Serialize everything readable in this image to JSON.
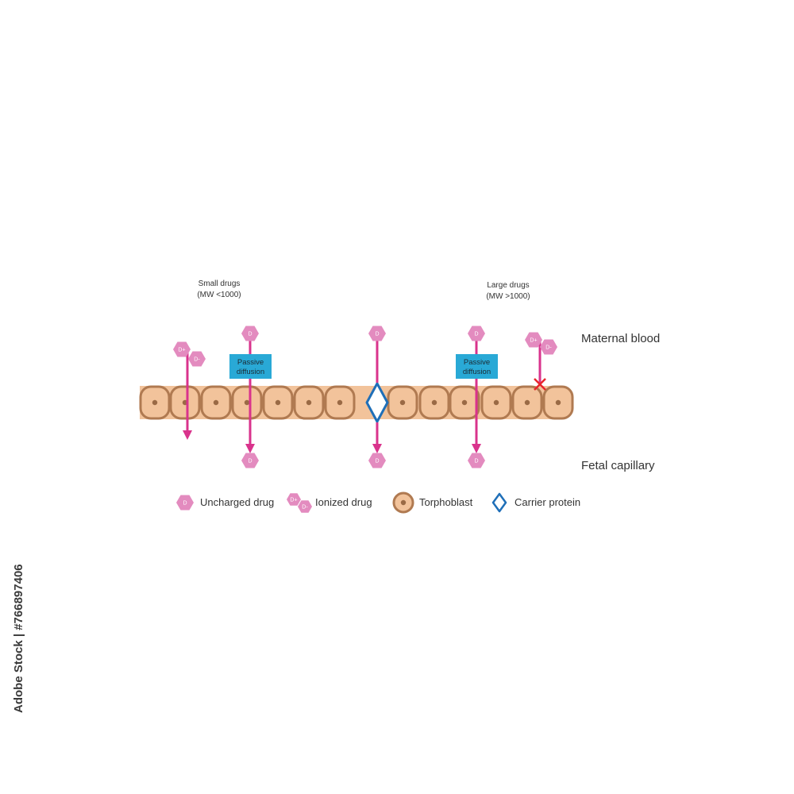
{
  "labels": {
    "small_drugs_line1": "Small drugs",
    "small_drugs_line2": "(MW <1000)",
    "large_drugs_line1": "Large drugs",
    "large_drugs_line2": "(MW >1000)",
    "maternal_blood": "Maternal blood",
    "fetal_capillary": "Fetal capillary",
    "passive_diffusion_line1": "Passive",
    "passive_diffusion_line2": "diffusion"
  },
  "molecules": {
    "uncharged": "D",
    "ionized_positive": "D+",
    "ionized_negative": "D-"
  },
  "legend": {
    "uncharged_drug": "Uncharged drug",
    "ionized_drug": "Ionized drug",
    "trophoblast": "Torphoblast",
    "carrier_protein": "Carrier protein"
  },
  "watermark": "Adobe Stock | #766897406",
  "colors": {
    "arrow": "#d9338c",
    "drug": "#e38bbf",
    "cell_fill": "#f2c39b",
    "cell_border": "#b07a51",
    "nucleus": "#9a6a45",
    "passive_box": "#29a9d6",
    "carrier": "#1f6fb8",
    "blocked": "#e8262c"
  }
}
